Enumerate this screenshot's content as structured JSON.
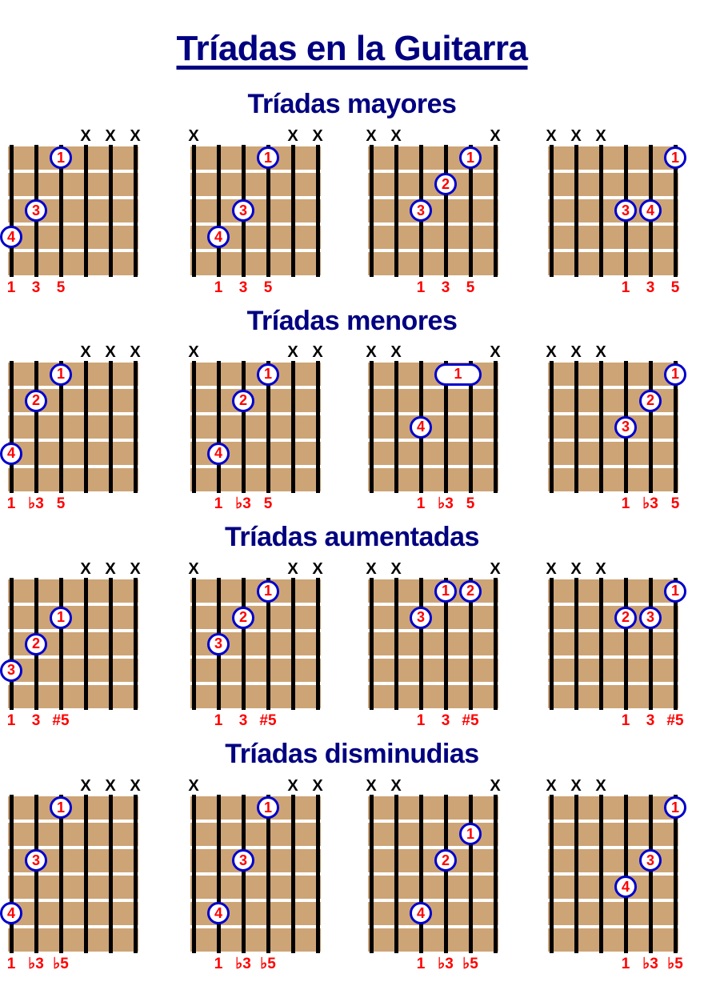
{
  "title": "Tríadas en la Guitarra",
  "colors": {
    "title": "#000080",
    "fretboard": "#cda476",
    "string": "#000000",
    "fret": "#ffffff",
    "dot_fill": "#ffffff",
    "dot_ring": "#0000cc",
    "dot_text": "#ff0000",
    "interval_text": "#ff0000",
    "mute_text": "#000000",
    "background": "#ffffff"
  },
  "legend": {
    "mute_symbol": "X",
    "finger_numbers": [
      "1",
      "2",
      "3",
      "4"
    ]
  },
  "sections": [
    {
      "id": "mayores",
      "title": "Tríadas mayores",
      "frets": 5,
      "diagrams": [
        {
          "name": "major-shape-1",
          "muted": [
            3,
            4,
            5
          ],
          "intervals": [
            {
              "string": 0,
              "label": "1"
            },
            {
              "string": 1,
              "label": "3"
            },
            {
              "string": 2,
              "label": "5"
            }
          ],
          "dots": [
            {
              "finger": "1",
              "string": 2,
              "fret": 1
            },
            {
              "finger": "3",
              "string": 1,
              "fret": 3
            },
            {
              "finger": "4",
              "string": 0,
              "fret": 4
            }
          ]
        },
        {
          "name": "major-shape-2",
          "muted": [
            0,
            4,
            5
          ],
          "intervals": [
            {
              "string": 1,
              "label": "1"
            },
            {
              "string": 2,
              "label": "3"
            },
            {
              "string": 3,
              "label": "5"
            }
          ],
          "dots": [
            {
              "finger": "1",
              "string": 3,
              "fret": 1
            },
            {
              "finger": "3",
              "string": 2,
              "fret": 3
            },
            {
              "finger": "4",
              "string": 1,
              "fret": 4
            }
          ]
        },
        {
          "name": "major-shape-3",
          "muted": [
            0,
            1,
            5
          ],
          "intervals": [
            {
              "string": 2,
              "label": "1"
            },
            {
              "string": 3,
              "label": "3"
            },
            {
              "string": 4,
              "label": "5"
            }
          ],
          "dots": [
            {
              "finger": "1",
              "string": 4,
              "fret": 1
            },
            {
              "finger": "2",
              "string": 3,
              "fret": 2
            },
            {
              "finger": "3",
              "string": 2,
              "fret": 3
            }
          ]
        },
        {
          "name": "major-shape-4",
          "muted": [
            0,
            1,
            2
          ],
          "intervals": [
            {
              "string": 3,
              "label": "1"
            },
            {
              "string": 4,
              "label": "3"
            },
            {
              "string": 5,
              "label": "5"
            }
          ],
          "dots": [
            {
              "finger": "1",
              "string": 5,
              "fret": 1
            },
            {
              "finger": "3",
              "string": 3,
              "fret": 3
            },
            {
              "finger": "4",
              "string": 4,
              "fret": 3
            }
          ]
        }
      ]
    },
    {
      "id": "menores",
      "title": "Tríadas menores",
      "frets": 5,
      "diagrams": [
        {
          "name": "minor-shape-1",
          "muted": [
            3,
            4,
            5
          ],
          "intervals": [
            {
              "string": 0,
              "label": "1"
            },
            {
              "string": 1,
              "label": "b3"
            },
            {
              "string": 2,
              "label": "5"
            }
          ],
          "dots": [
            {
              "finger": "1",
              "string": 2,
              "fret": 1
            },
            {
              "finger": "2",
              "string": 1,
              "fret": 2
            },
            {
              "finger": "4",
              "string": 0,
              "fret": 4
            }
          ]
        },
        {
          "name": "minor-shape-2",
          "muted": [
            0,
            4,
            5
          ],
          "intervals": [
            {
              "string": 1,
              "label": "1"
            },
            {
              "string": 2,
              "label": "b3"
            },
            {
              "string": 3,
              "label": "5"
            }
          ],
          "dots": [
            {
              "finger": "1",
              "string": 3,
              "fret": 1
            },
            {
              "finger": "2",
              "string": 2,
              "fret": 2
            },
            {
              "finger": "4",
              "string": 1,
              "fret": 4
            }
          ]
        },
        {
          "name": "minor-shape-3",
          "muted": [
            0,
            1,
            5
          ],
          "intervals": [
            {
              "string": 2,
              "label": "1"
            },
            {
              "string": 3,
              "label": "b3"
            },
            {
              "string": 4,
              "label": "5"
            }
          ],
          "dots": [
            {
              "finger": "1",
              "string": 3,
              "fret": 1,
              "barre": true,
              "span": 2
            },
            {
              "finger": "4",
              "string": 2,
              "fret": 3
            }
          ]
        },
        {
          "name": "minor-shape-4",
          "muted": [
            0,
            1,
            2
          ],
          "intervals": [
            {
              "string": 3,
              "label": "1"
            },
            {
              "string": 4,
              "label": "b3"
            },
            {
              "string": 5,
              "label": "5"
            }
          ],
          "dots": [
            {
              "finger": "1",
              "string": 5,
              "fret": 1
            },
            {
              "finger": "2",
              "string": 4,
              "fret": 2
            },
            {
              "finger": "3",
              "string": 3,
              "fret": 3
            }
          ]
        }
      ]
    },
    {
      "id": "aumentadas",
      "title": "Tríadas aumentadas",
      "frets": 5,
      "diagrams": [
        {
          "name": "augmented-shape-1",
          "muted": [
            3,
            4,
            5
          ],
          "intervals": [
            {
              "string": 0,
              "label": "1"
            },
            {
              "string": 1,
              "label": "3"
            },
            {
              "string": 2,
              "label": "#5"
            }
          ],
          "dots": [
            {
              "finger": "1",
              "string": 2,
              "fret": 2
            },
            {
              "finger": "2",
              "string": 1,
              "fret": 3
            },
            {
              "finger": "3",
              "string": 0,
              "fret": 4
            }
          ]
        },
        {
          "name": "augmented-shape-2",
          "muted": [
            0,
            4,
            5
          ],
          "intervals": [
            {
              "string": 1,
              "label": "1"
            },
            {
              "string": 2,
              "label": "3"
            },
            {
              "string": 3,
              "label": "#5"
            }
          ],
          "dots": [
            {
              "finger": "1",
              "string": 3,
              "fret": 1
            },
            {
              "finger": "2",
              "string": 2,
              "fret": 2
            },
            {
              "finger": "3",
              "string": 1,
              "fret": 3
            }
          ]
        },
        {
          "name": "augmented-shape-3",
          "muted": [
            0,
            1,
            5
          ],
          "intervals": [
            {
              "string": 2,
              "label": "1"
            },
            {
              "string": 3,
              "label": "3"
            },
            {
              "string": 4,
              "label": "#5"
            }
          ],
          "dots": [
            {
              "finger": "1",
              "string": 3,
              "fret": 1
            },
            {
              "finger": "2",
              "string": 4,
              "fret": 1
            },
            {
              "finger": "3",
              "string": 2,
              "fret": 2
            }
          ]
        },
        {
          "name": "augmented-shape-4",
          "muted": [
            0,
            1,
            2
          ],
          "intervals": [
            {
              "string": 3,
              "label": "1"
            },
            {
              "string": 4,
              "label": "3"
            },
            {
              "string": 5,
              "label": "#5"
            }
          ],
          "dots": [
            {
              "finger": "1",
              "string": 5,
              "fret": 1
            },
            {
              "finger": "2",
              "string": 3,
              "fret": 2
            },
            {
              "finger": "3",
              "string": 4,
              "fret": 2
            }
          ]
        }
      ]
    },
    {
      "id": "disminudias",
      "title": "Tríadas disminudias",
      "frets": 6,
      "diagrams": [
        {
          "name": "diminished-shape-1",
          "muted": [
            3,
            4,
            5
          ],
          "intervals": [
            {
              "string": 0,
              "label": "1"
            },
            {
              "string": 1,
              "label": "b3"
            },
            {
              "string": 2,
              "label": "b5"
            }
          ],
          "dots": [
            {
              "finger": "1",
              "string": 2,
              "fret": 1
            },
            {
              "finger": "3",
              "string": 1,
              "fret": 3
            },
            {
              "finger": "4",
              "string": 0,
              "fret": 5
            }
          ]
        },
        {
          "name": "diminished-shape-2",
          "muted": [
            0,
            4,
            5
          ],
          "intervals": [
            {
              "string": 1,
              "label": "1"
            },
            {
              "string": 2,
              "label": "b3"
            },
            {
              "string": 3,
              "label": "b5"
            }
          ],
          "dots": [
            {
              "finger": "1",
              "string": 3,
              "fret": 1
            },
            {
              "finger": "3",
              "string": 2,
              "fret": 3
            },
            {
              "finger": "4",
              "string": 1,
              "fret": 5
            }
          ]
        },
        {
          "name": "diminished-shape-3",
          "muted": [
            0,
            1,
            5
          ],
          "intervals": [
            {
              "string": 2,
              "label": "1"
            },
            {
              "string": 3,
              "label": "b3"
            },
            {
              "string": 4,
              "label": "b5"
            }
          ],
          "dots": [
            {
              "finger": "1",
              "string": 4,
              "fret": 2
            },
            {
              "finger": "2",
              "string": 3,
              "fret": 3
            },
            {
              "finger": "4",
              "string": 2,
              "fret": 5
            }
          ]
        },
        {
          "name": "diminished-shape-4",
          "muted": [
            0,
            1,
            2
          ],
          "intervals": [
            {
              "string": 3,
              "label": "1"
            },
            {
              "string": 4,
              "label": "b3"
            },
            {
              "string": 5,
              "label": "b5"
            }
          ],
          "dots": [
            {
              "finger": "1",
              "string": 5,
              "fret": 1
            },
            {
              "finger": "3",
              "string": 4,
              "fret": 3
            },
            {
              "finger": "4",
              "string": 3,
              "fret": 4
            }
          ]
        }
      ]
    }
  ]
}
